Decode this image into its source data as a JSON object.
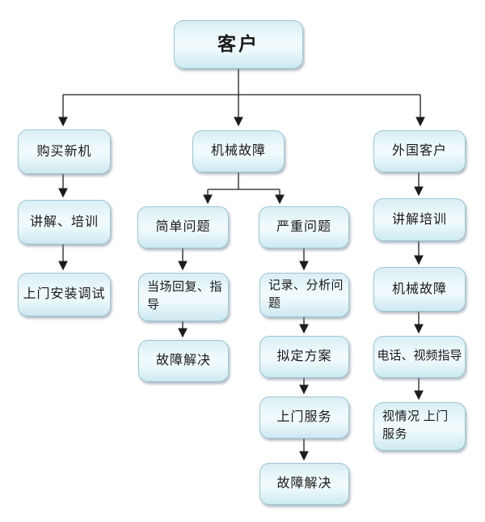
{
  "flowchart": {
    "nodes": [
      {
        "id": "customer",
        "label": "客户"
      },
      {
        "id": "buy-new-machine",
        "label": "购买新机"
      },
      {
        "id": "mechanical-failure",
        "label": "机械故障"
      },
      {
        "id": "foreign-customer",
        "label": "外国客户"
      },
      {
        "id": "explain-and-training",
        "label": "讲解、培训"
      },
      {
        "id": "onsite-install-debug",
        "label": "上门安装调试"
      },
      {
        "id": "simple-problem",
        "label": "简单问题"
      },
      {
        "id": "serious-problem",
        "label": "严重问题"
      },
      {
        "id": "onspot-reply-guidance",
        "label": "当场回复、指导"
      },
      {
        "id": "fault-resolved-simple",
        "label": "故障解决"
      },
      {
        "id": "record-analyze-problem",
        "label": "记录、分析问题"
      },
      {
        "id": "draft-plan",
        "label": "拟定方案"
      },
      {
        "id": "onsite-service",
        "label": "上门服务"
      },
      {
        "id": "fault-resolved-serious",
        "label": "故障解决"
      },
      {
        "id": "explain-training-foreign",
        "label": "讲解培训"
      },
      {
        "id": "mechanical-failure-foreign",
        "label": "机械故障"
      },
      {
        "id": "phone-video-guidance",
        "label": "电话、视频指导"
      },
      {
        "id": "onsite-by-situation",
        "label": "视情况 上门服务"
      }
    ]
  },
  "colors": {
    "canvas_bg": "#ffffff",
    "node_border": "#9fc6d4",
    "node_fill_top": "#d9eef4",
    "node_fill_light": "#f0fafc",
    "node_fill_bottom": "#cde9f1",
    "node_text": "#1a1a1a",
    "connector": "#1c1c1c"
  }
}
